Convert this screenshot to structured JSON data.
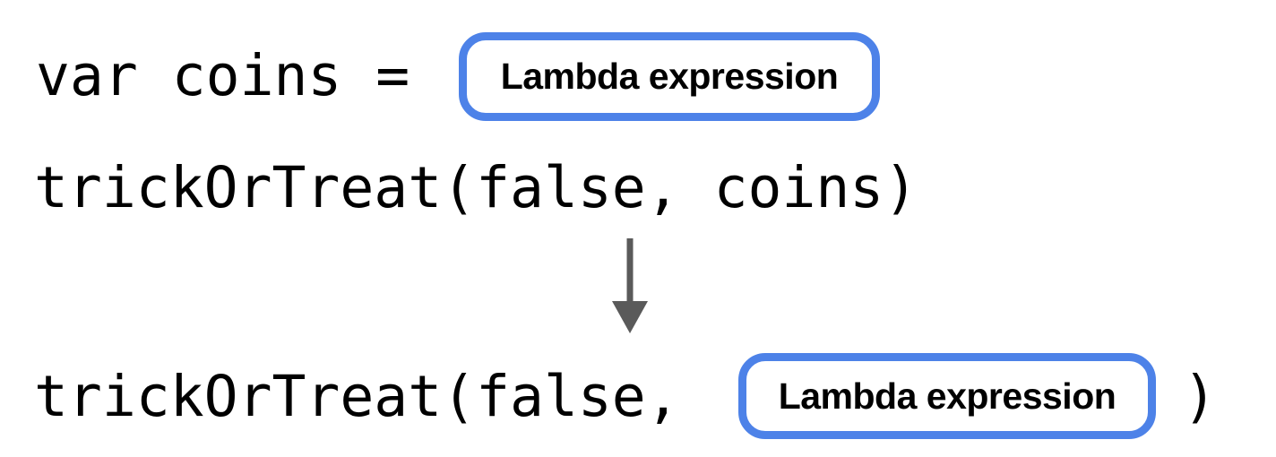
{
  "diagram": {
    "title": "Lambda expression inlining transformation",
    "background_color": "#ffffff",
    "accent_color": "#4d82e8",
    "text_color": "#000000",
    "arrow_color": "#5a5a5a"
  },
  "lines": {
    "line1_prefix": "var coins = ",
    "line2": "trickOrTreat(false, coins)",
    "line3_prefix": "trickOrTreat(false, ",
    "line3_suffix": ")"
  },
  "boxes": {
    "box1_label": "Lambda expression",
    "box2_label": "Lambda expression"
  },
  "arrow": {
    "direction": "down",
    "name": "transformation-arrow"
  }
}
